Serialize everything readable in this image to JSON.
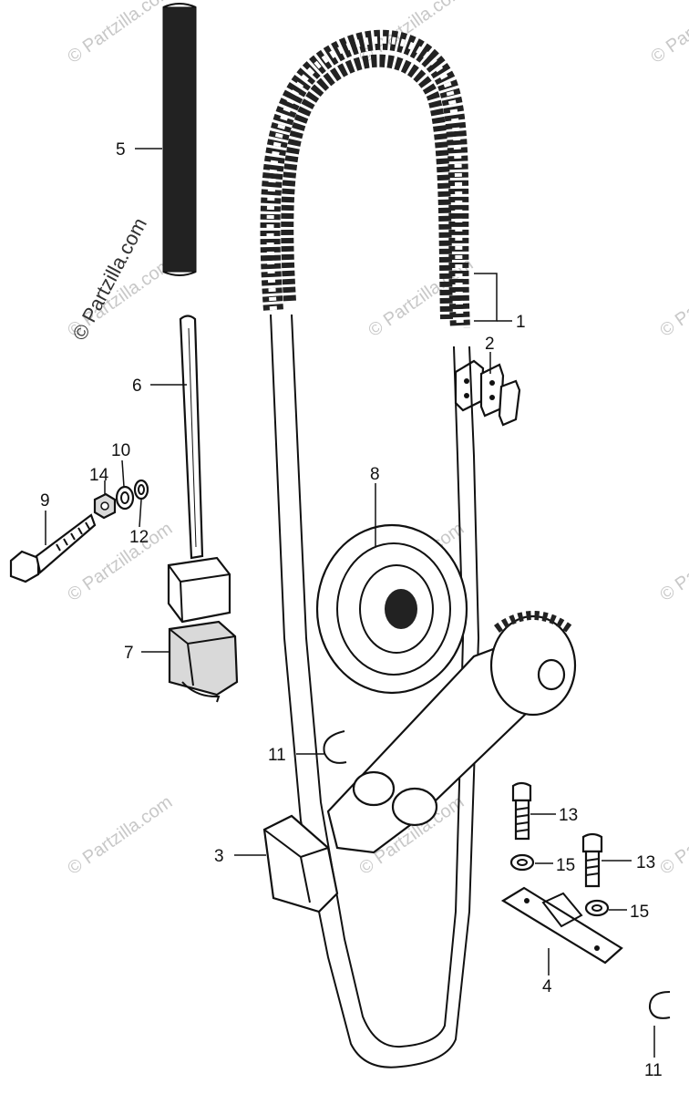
{
  "watermark": "© Partzilla.com",
  "callouts": [
    "1",
    "2",
    "3",
    "4",
    "5",
    "6",
    "7",
    "8",
    "9",
    "10",
    "11",
    "11",
    "12",
    "13",
    "13",
    "14",
    "15",
    "15"
  ]
}
